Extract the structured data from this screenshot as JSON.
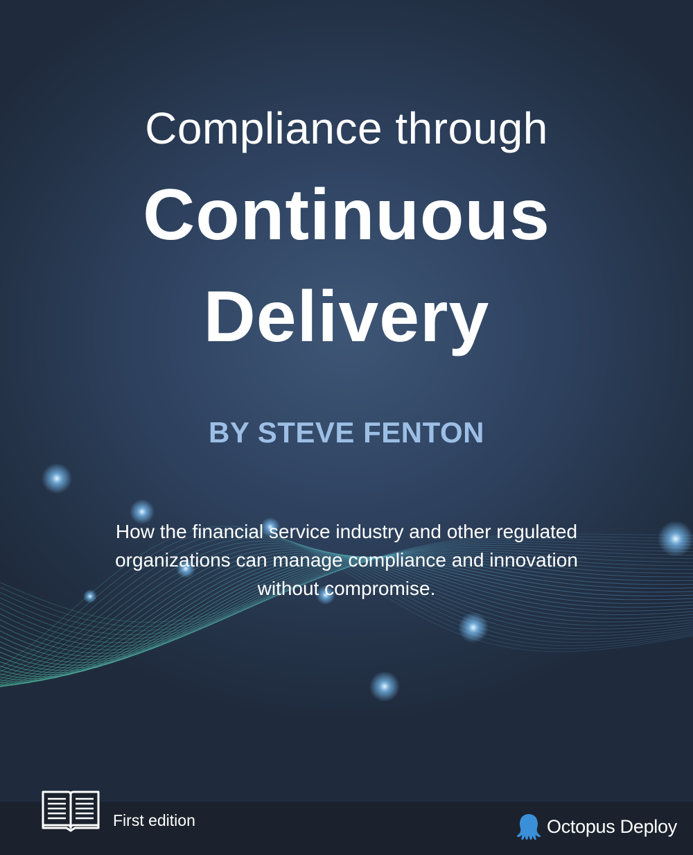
{
  "cover": {
    "title_line1": "Compliance through",
    "title_line2": "Continuous",
    "title_line3": "Delivery",
    "author": "BY STEVE FENTON",
    "description": "How the financial service industry and other regulated organizations can manage compliance and innovation without compromise."
  },
  "footer": {
    "edition": "First edition",
    "brand": "Octopus Deploy",
    "book_icon": "open-book-icon",
    "brand_icon": "octopus-logo-icon"
  },
  "colors": {
    "background": "#2f4361",
    "author": "#9dbfe6",
    "footer": "#1b222d",
    "wave_green": "#4fc3a1",
    "wave_blue": "#5b9bd5",
    "logo_blue": "#3b8fd8"
  }
}
